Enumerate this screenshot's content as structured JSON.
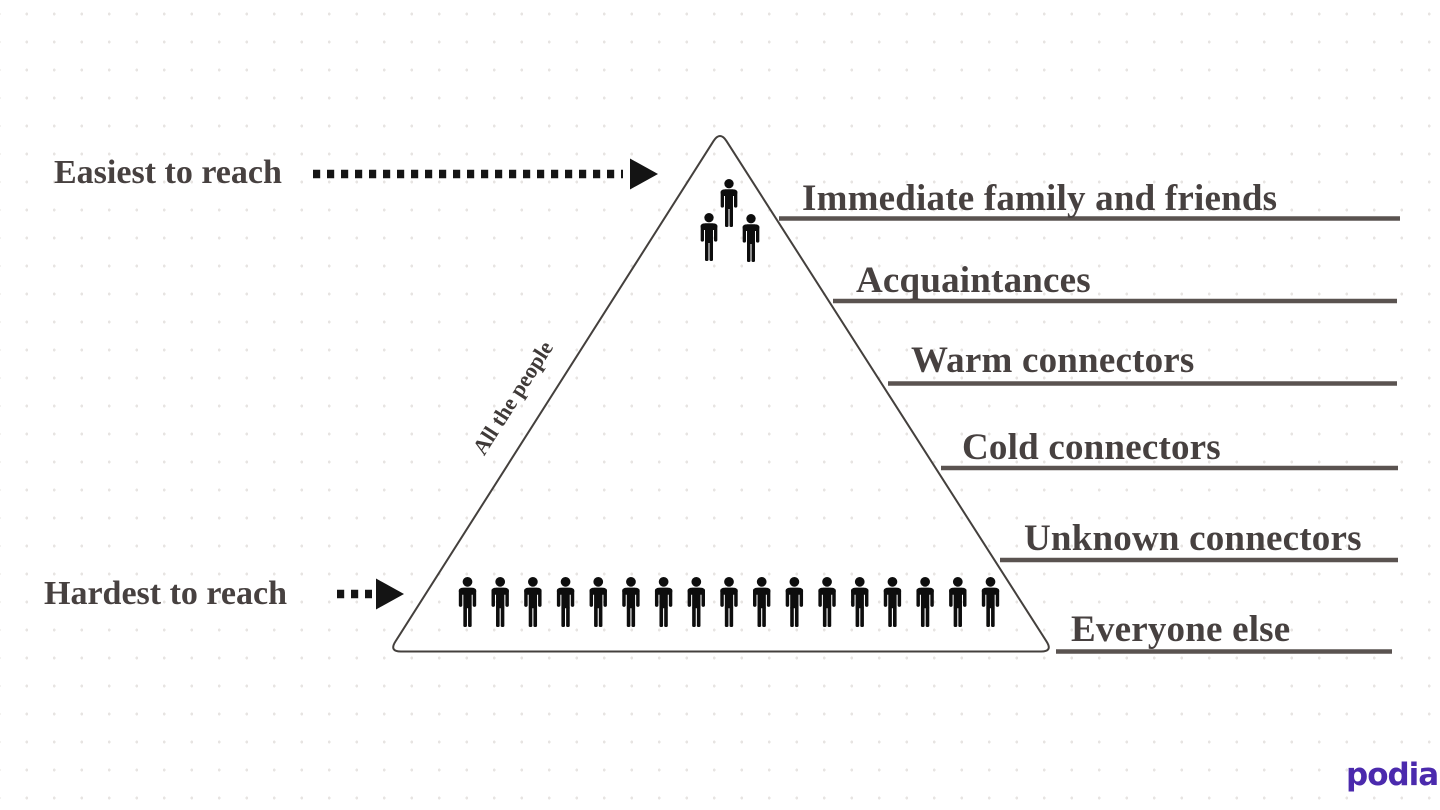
{
  "annotations": {
    "easiest_label": "Easiest to reach",
    "hardest_label": "Hardest to reach",
    "side_label": "All the people"
  },
  "pyramid": {
    "tiers": [
      {
        "label": "Immediate family and friends"
      },
      {
        "label": "Acquaintances"
      },
      {
        "label": "Warm connectors"
      },
      {
        "label": "Cold connectors"
      },
      {
        "label": "Unknown connectors"
      },
      {
        "label": "Everyone else"
      }
    ],
    "top_people_count": 3,
    "bottom_people_count": 17
  },
  "branding": {
    "logo_text": "podia",
    "logo_color": "#4b2aad"
  },
  "colors": {
    "label_text": "#474140",
    "underline": "#5a5350",
    "triangle_stroke": "#44403d",
    "people": "#0d0d0d",
    "arrow": "#141414",
    "background_dot": "#e7e4e2"
  }
}
